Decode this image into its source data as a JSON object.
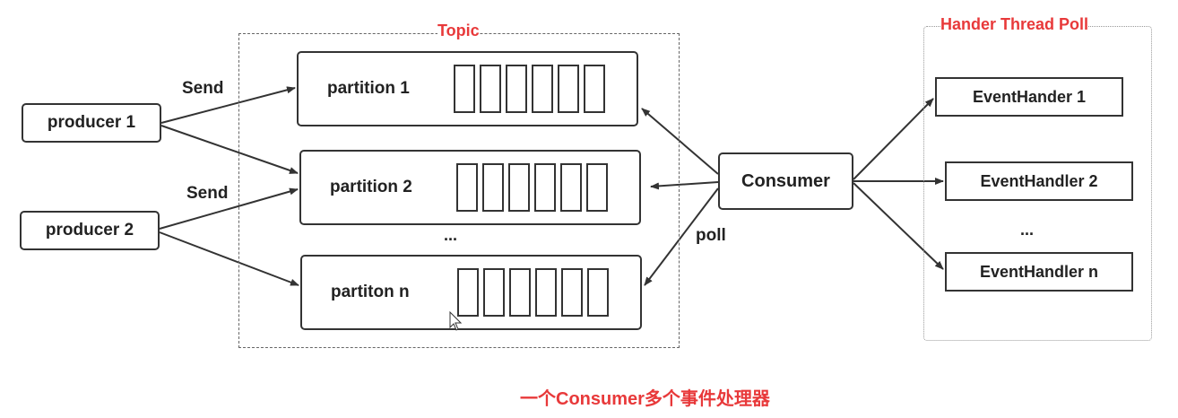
{
  "topic": {
    "title": "Topic",
    "partitions": [
      {
        "label": "partition 1"
      },
      {
        "label": "partition 2"
      },
      {
        "label": "partiton n"
      }
    ],
    "ellipsis": "..."
  },
  "producers": [
    {
      "label": "producer 1"
    },
    {
      "label": "producer 2"
    }
  ],
  "edge_labels": {
    "send_1": "Send",
    "send_2": "Send",
    "poll": "poll"
  },
  "consumer": {
    "label": "Consumer"
  },
  "handler_pool": {
    "title": "Hander Thread Poll",
    "handlers": [
      {
        "label": "EventHander 1"
      },
      {
        "label": "EventHandler 2"
      },
      {
        "label": "EventHandler n"
      }
    ],
    "ellipsis": "..."
  },
  "caption": "一个Consumer多个事件处理器",
  "colors": {
    "title_red": "#e8393a",
    "stroke": "#333333"
  }
}
